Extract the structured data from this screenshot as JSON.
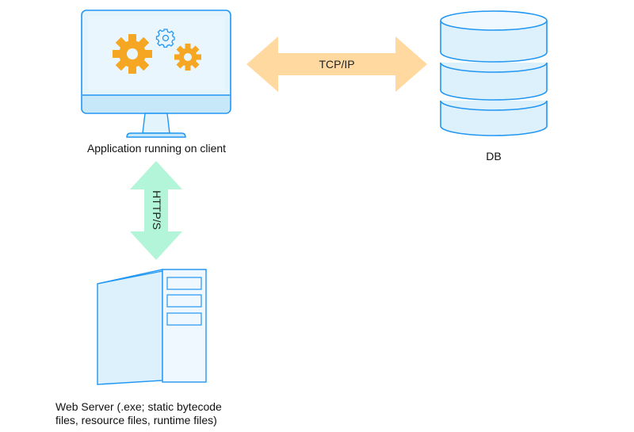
{
  "nodes": {
    "client": {
      "label": "Application running on client",
      "icon": "desktop-monitor-with-gears-icon"
    },
    "db": {
      "label": "DB",
      "icon": "database-cylinder-icon"
    },
    "server": {
      "label_line1": "Web Server (.exe; static bytecode",
      "label_line2": "files, resource files, runtime files)",
      "icon": "server-tower-icon"
    }
  },
  "connections": {
    "tcp": {
      "label": "TCP/IP",
      "color": "#FFD9A0"
    },
    "http": {
      "label": "HTTP/S",
      "color": "#B3F5D8"
    }
  },
  "colors": {
    "outline": "#2196F3",
    "fill_light": "#E3F4FD",
    "fill_mid": "#C6E8F9",
    "gear": "#F5A623"
  }
}
